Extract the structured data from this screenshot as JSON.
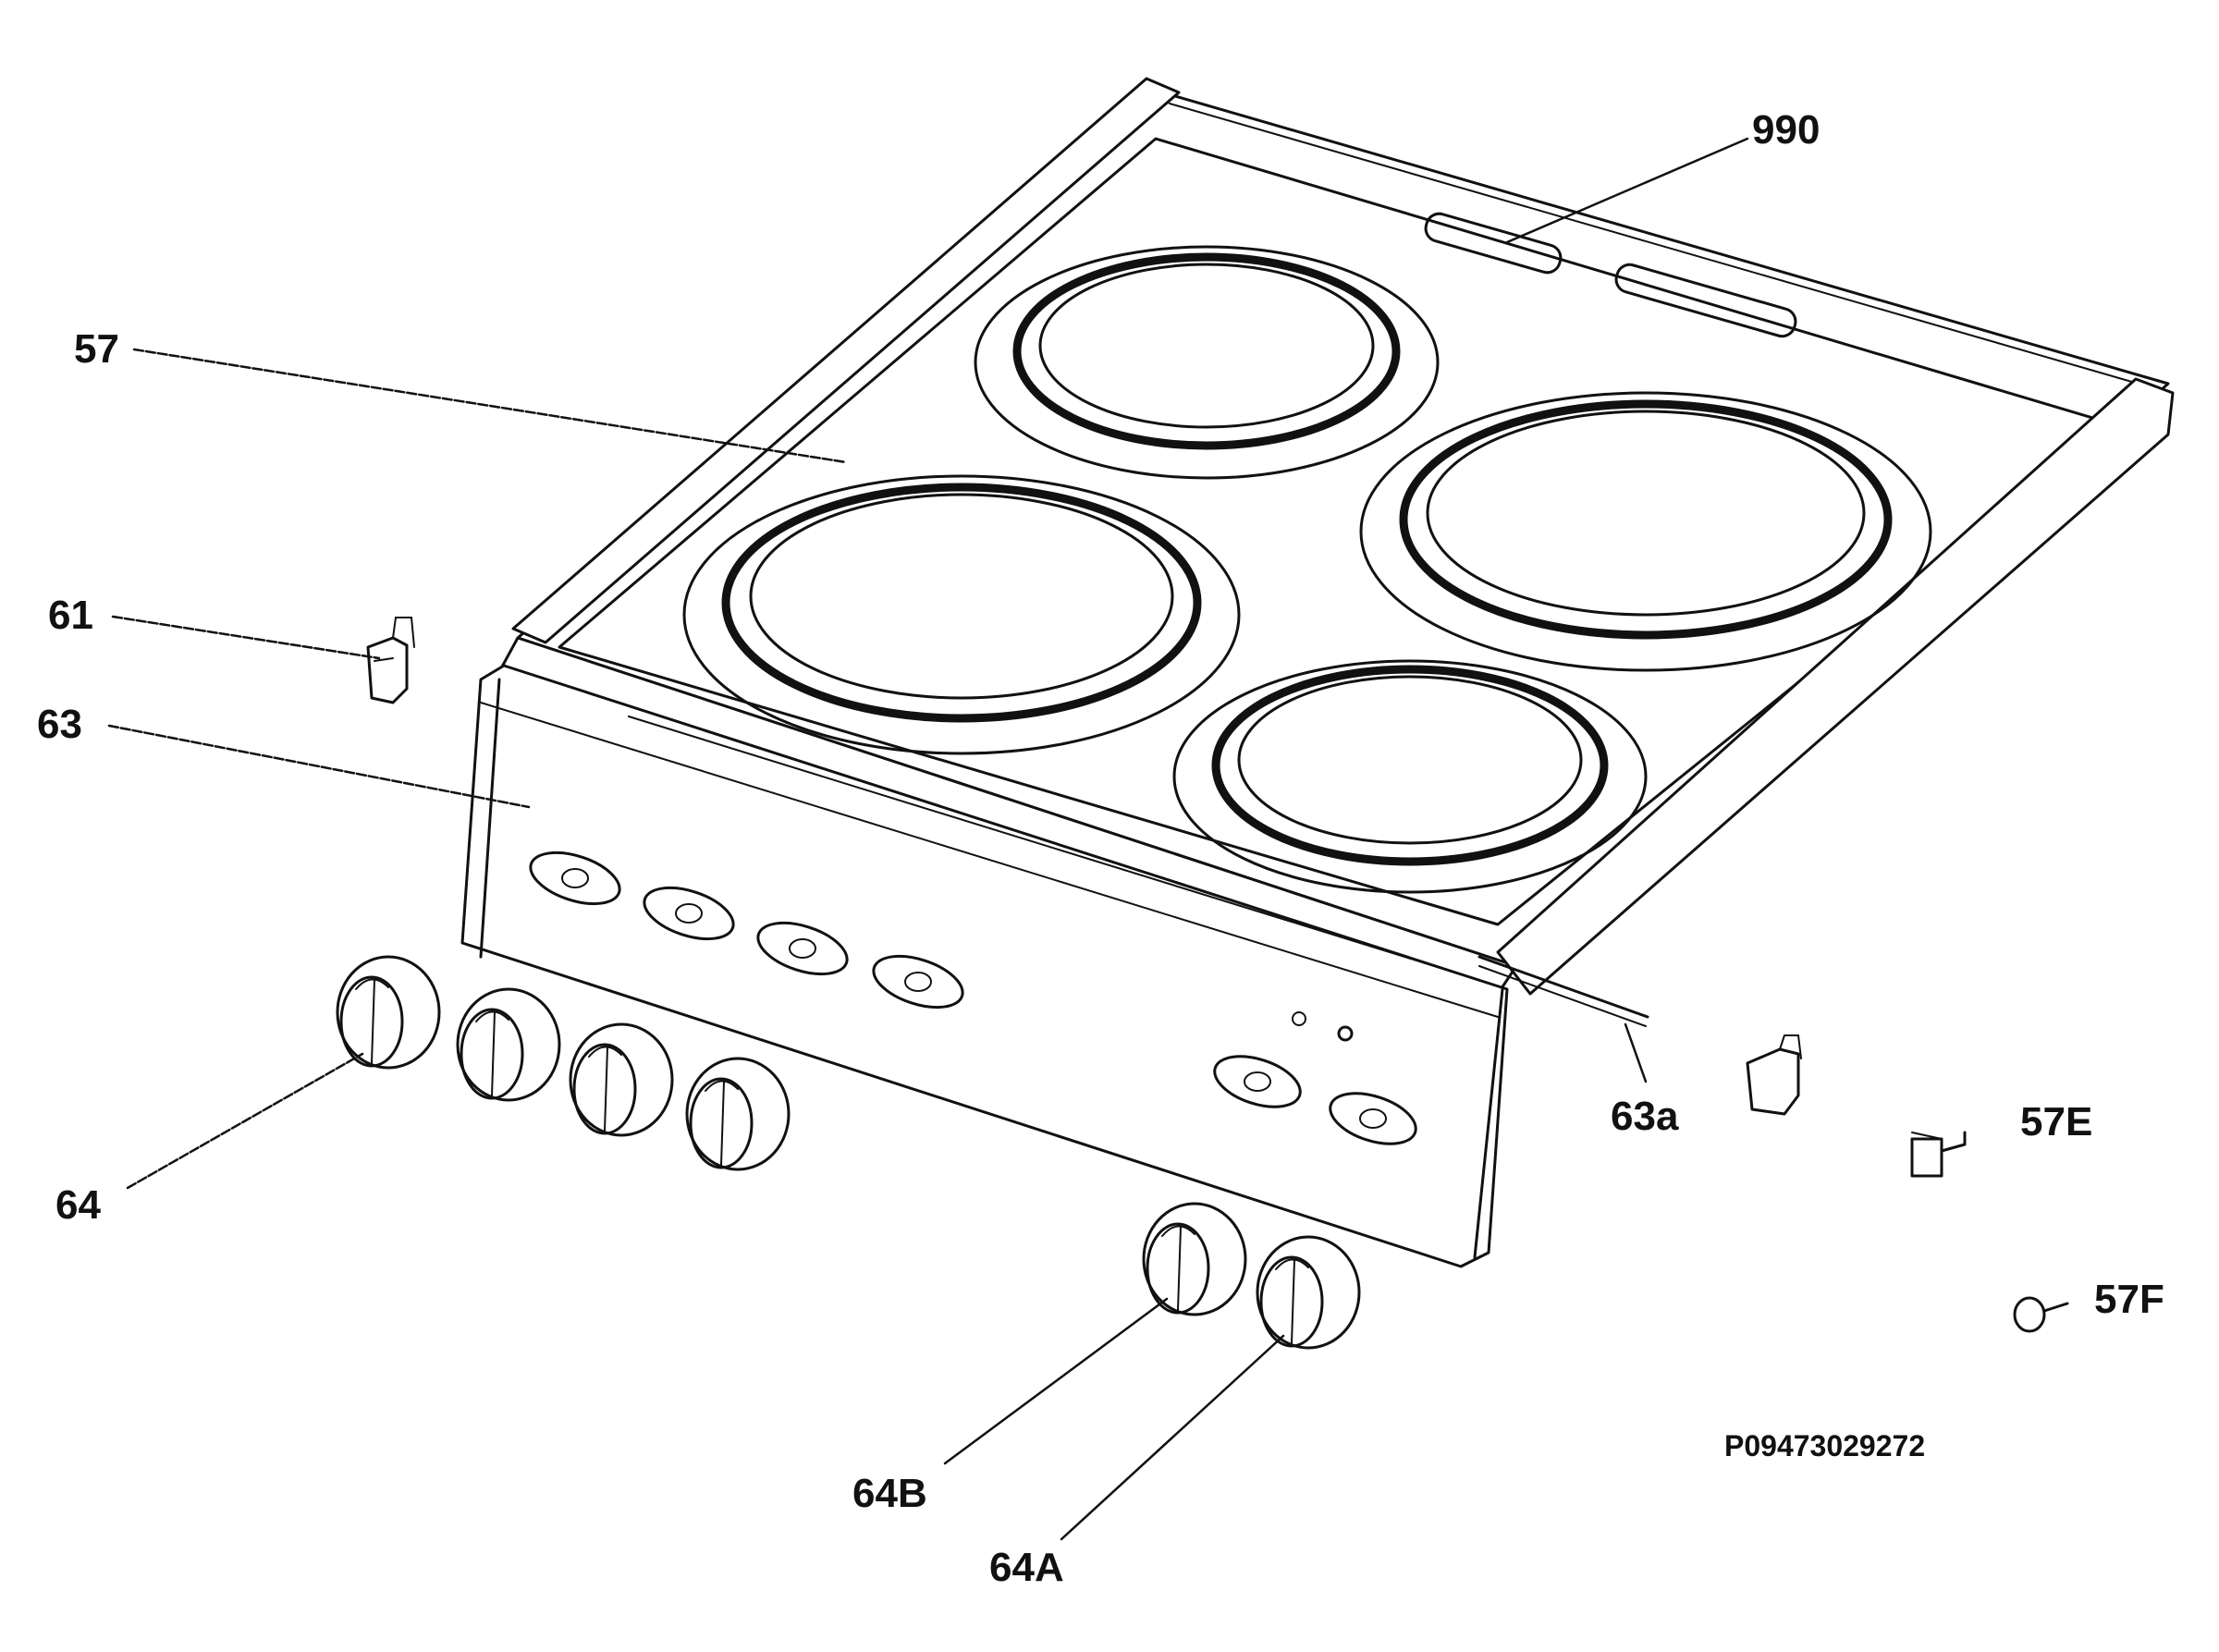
{
  "diagram": {
    "drawing_code": "P09473029272",
    "labels": {
      "cooktop": "57",
      "rear_trim": "990",
      "side_clip_left": "61",
      "front_panel": "63",
      "panel_rod": "63a",
      "knobs_left": "64",
      "knob_b": "64B",
      "knob_a": "64A",
      "clip_e": "57E",
      "clip_f": "57F"
    },
    "counts": {
      "hotplates": 4,
      "knobs": 6,
      "knob_bezels": 6,
      "indicator_lights": 2
    }
  }
}
